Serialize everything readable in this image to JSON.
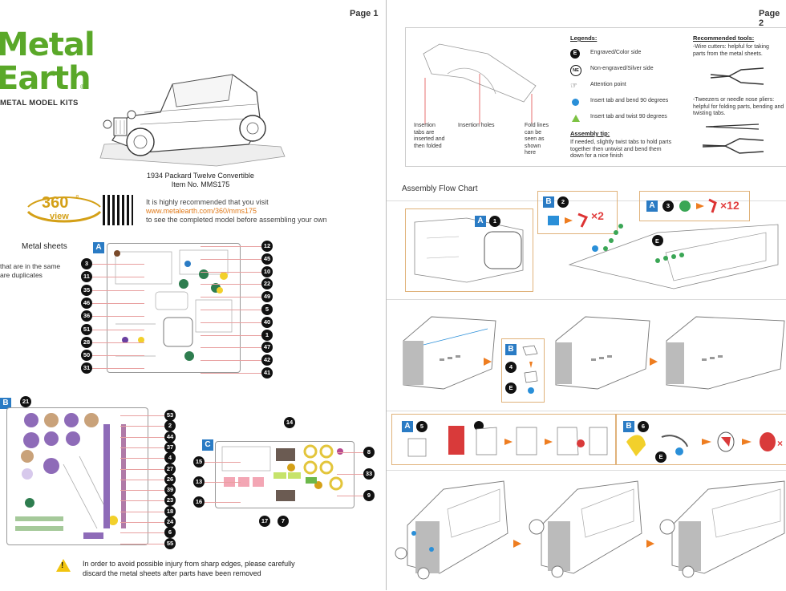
{
  "page1": {
    "label": "Page 1",
    "logo": {
      "line1": "Metal",
      "line2": "Earth",
      "registered": "®",
      "tagline": "METAL MODEL KITS"
    },
    "model": {
      "name": "1934 Packard Twelve Convertible",
      "item": "Item  No.  MMS175"
    },
    "view360": {
      "number": "360",
      "degree": "°",
      "word": "view"
    },
    "recommend": {
      "line1": "It is highly recommended that you visit",
      "link": "www.metalearth.com/360/mms175",
      "line3": "to see the completed model before assembling your own"
    },
    "metal_sheets": {
      "title": "Metal sheets",
      "note_line1": "that are in the same",
      "note_line2": "are duplicates"
    },
    "sheet_a": {
      "letter": "A",
      "left_numbers": [
        "3",
        "11",
        "35",
        "46",
        "36",
        "51",
        "28",
        "50",
        "31"
      ],
      "right_numbers": [
        "12",
        "45",
        "10",
        "22",
        "49",
        "5",
        "40",
        "1",
        "47",
        "42",
        "41"
      ]
    },
    "sheet_b": {
      "letter": "B",
      "top_number": "21",
      "right_numbers": [
        "53",
        "2",
        "44",
        "37",
        "4",
        "27",
        "26",
        "39",
        "23",
        "18",
        "24",
        "6",
        "55"
      ]
    },
    "sheet_c": {
      "letter": "C",
      "top_number": "14",
      "left_numbers": [
        "15",
        "13",
        "16"
      ],
      "right_numbers": [
        "8",
        "33",
        "9"
      ],
      "bottom_numbers": [
        "17",
        "7"
      ]
    },
    "warning": {
      "line1": "In order to avoid possible injury from sharp edges, please carefully",
      "line2": "discard the metal sheets after parts have been removed"
    }
  },
  "page2": {
    "label": "Page 2",
    "diagram_labels": {
      "insertion_tabs": "Insertion tabs are inserted and then folded",
      "insertion_holes": "Insertion holes",
      "fold_lines": "Fold lines can be seen as shown here"
    },
    "legends": {
      "title": "Legends:",
      "items": [
        {
          "badge": "E",
          "text": "Engraved/Color side"
        },
        {
          "badge": "NE",
          "text": "Non-engraved/Silver side"
        },
        {
          "badge": "hand",
          "text": "Attention point"
        },
        {
          "badge": "dot",
          "text": "Insert tab and bend 90 degrees"
        },
        {
          "badge": "triangle",
          "text": "Insert tab and twist 90 degrees"
        }
      ],
      "tip_title": "Assembly tip:",
      "tip_text": "If needed, slightly twist tabs to hold parts together then untwist and bend them down for a nice finish"
    },
    "tools": {
      "title": "Recommended tools:",
      "item1": "-Wire cutters: helpful for taking parts from the metal sheets.",
      "item2": "-Tweezers or needle nose pliers: helpful for folding parts, bending and twisting tabs."
    },
    "flow_chart": {
      "title": "Assembly Flow Chart"
    },
    "steps": {
      "step1": {
        "sheet": "A",
        "part": "1"
      },
      "step2": {
        "sheet": "B",
        "part": "2",
        "count": "×2"
      },
      "step3": {
        "sheet": "A",
        "part": "3",
        "count": "×12"
      },
      "step4": {
        "sheet": "B",
        "part": "4"
      },
      "step5": {
        "sheet": "A",
        "part": "5"
      },
      "step6": {
        "sheet": "B",
        "part": "6"
      },
      "e_badge": "E"
    }
  },
  "colors": {
    "brand_green": "#5aa829",
    "sheet_blue": "#2a7bc4",
    "arrow_orange": "#ee7d20",
    "link_orange": "#e07a1a",
    "count_red": "#e24040",
    "warning_yellow": "#f1c40f"
  }
}
